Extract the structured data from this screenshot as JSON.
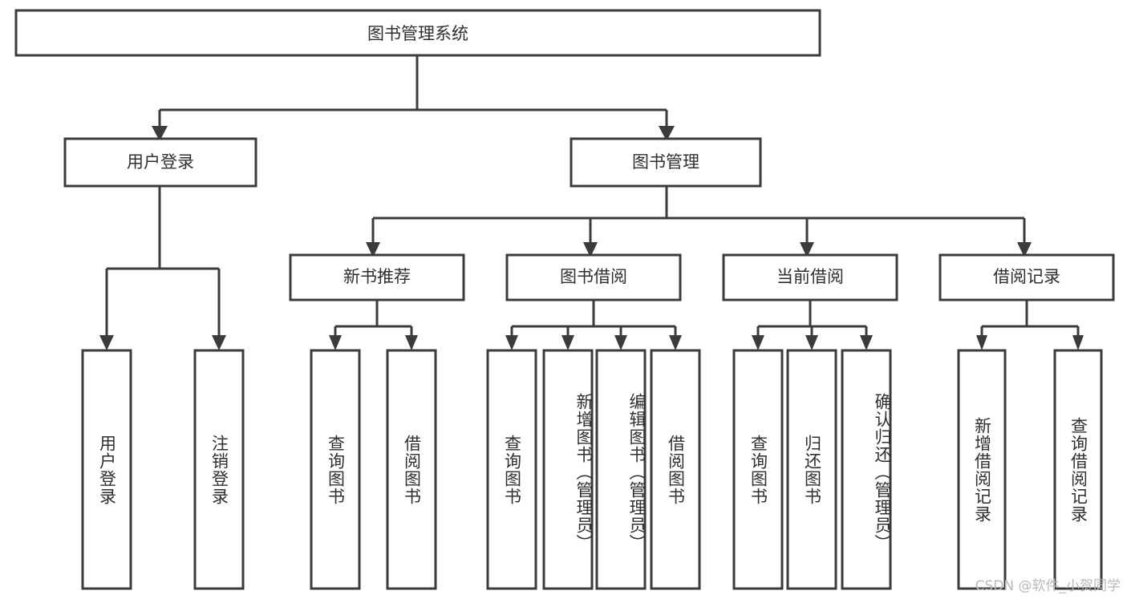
{
  "diagram": {
    "title": "图书管理系统",
    "type": "tree-hierarchy",
    "watermark": "CSDN @软件_小贺同学",
    "colors": {
      "stroke": "#3b3b3b",
      "fill": "#ffffff",
      "text": "#2f2f2f",
      "background": "#ffffff",
      "watermark": "#b9b9b9"
    },
    "root": {
      "label": "图书管理系统"
    },
    "level2": [
      {
        "label": "用户登录"
      },
      {
        "label": "图书管理"
      }
    ],
    "level3": [
      {
        "label": "新书推荐"
      },
      {
        "label": "图书借阅"
      },
      {
        "label": "当前借阅"
      },
      {
        "label": "借阅记录"
      }
    ],
    "leaves": {
      "user_login": [
        {
          "label": "用户登录"
        },
        {
          "label": "注销登录"
        }
      ],
      "new_book_recommend": [
        {
          "label": "查询图书"
        },
        {
          "label": "借阅图书"
        }
      ],
      "book_borrow": [
        {
          "label": "查询图书"
        },
        {
          "label": "新增图书（管理员）"
        },
        {
          "label": "编辑图书（管理员）"
        },
        {
          "label": "借阅图书"
        }
      ],
      "current_borrow": [
        {
          "label": "查询图书"
        },
        {
          "label": "归还图书"
        },
        {
          "label": "确认归还（管理员）"
        }
      ],
      "borrow_record": [
        {
          "label": "新增借阅记录"
        },
        {
          "label": "查询借阅记录"
        }
      ]
    }
  }
}
